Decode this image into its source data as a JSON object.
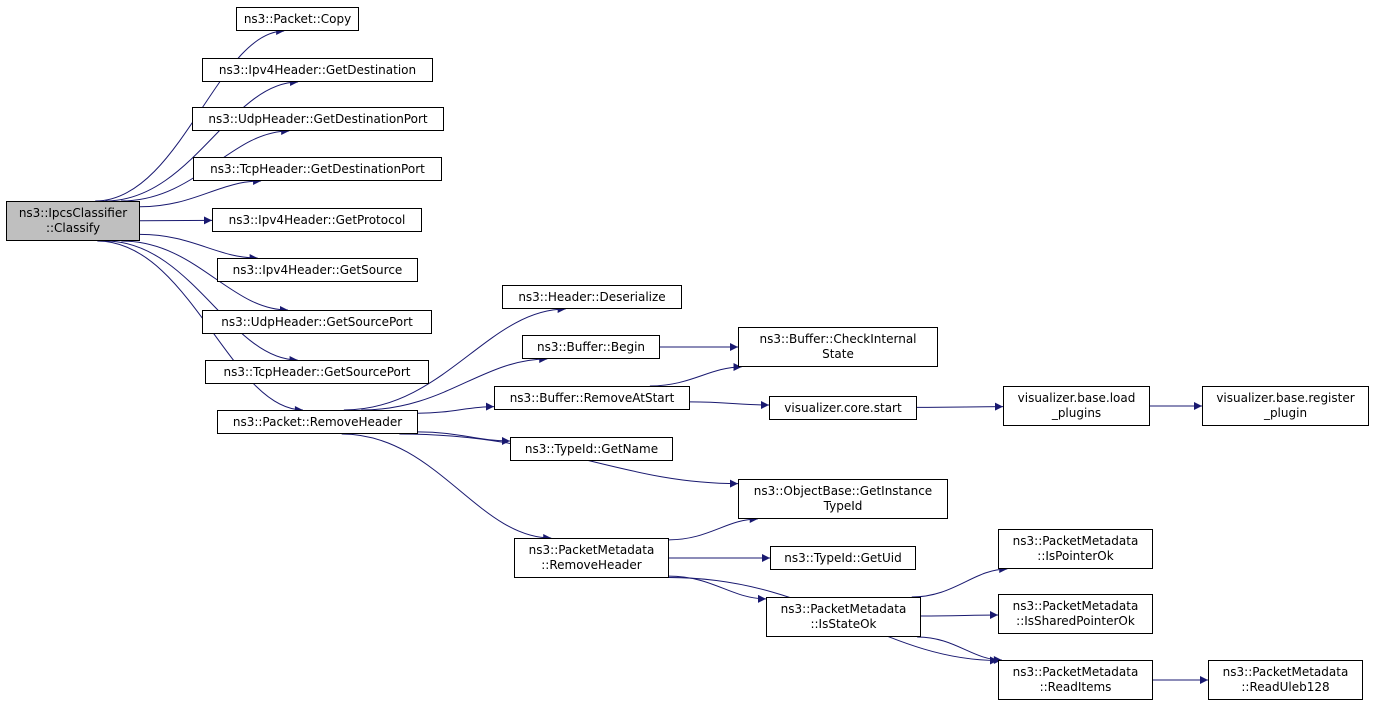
{
  "colors": {
    "edge": "#191970",
    "root_fill": "#bfbfbf",
    "node_fill": "#ffffff",
    "border": "#000000"
  },
  "nodes": {
    "classify": [
      "ns3::IpcsClassifier",
      "::Classify"
    ],
    "copy": [
      "ns3::Packet::Copy"
    ],
    "ipv4_getdest": [
      "ns3::Ipv4Header::GetDestination"
    ],
    "udp_getdestport": [
      "ns3::UdpHeader::GetDestinationPort"
    ],
    "tcp_getdestport": [
      "ns3::TcpHeader::GetDestinationPort"
    ],
    "ipv4_getproto": [
      "ns3::Ipv4Header::GetProtocol"
    ],
    "ipv4_getsrc": [
      "ns3::Ipv4Header::GetSource"
    ],
    "udp_getsrcport": [
      "ns3::UdpHeader::GetSourcePort"
    ],
    "tcp_getsrcport": [
      "ns3::TcpHeader::GetSourcePort"
    ],
    "packet_removeheader": [
      "ns3::Packet::RemoveHeader"
    ],
    "header_deserialize": [
      "ns3::Header::Deserialize"
    ],
    "buffer_begin": [
      "ns3::Buffer::Begin"
    ],
    "buffer_removeatstart": [
      "ns3::Buffer::RemoveAtStart"
    ],
    "typeid_getname": [
      "ns3::TypeId::GetName"
    ],
    "pm_removeheader": [
      "ns3::PacketMetadata",
      "::RemoveHeader"
    ],
    "buffer_checkinternal": [
      "ns3::Buffer::CheckInternal",
      "State"
    ],
    "vis_core_start": [
      "visualizer.core.start"
    ],
    "objectbase_getinstance": [
      "ns3::ObjectBase::GetInstance",
      "TypeId"
    ],
    "typeid_getuid": [
      "ns3::TypeId::GetUid"
    ],
    "pm_isstateok": [
      "ns3::PacketMetadata",
      "::IsStateOk"
    ],
    "vis_base_load": [
      "visualizer.base.load",
      "_plugins"
    ],
    "pm_ispointerok": [
      "ns3::PacketMetadata",
      "::IsPointerOk"
    ],
    "pm_issharedpointerok": [
      "ns3::PacketMetadata",
      "::IsSharedPointerOk"
    ],
    "pm_readitems": [
      "ns3::PacketMetadata",
      "::ReadItems"
    ],
    "vis_base_register": [
      "visualizer.base.register",
      "_plugin"
    ],
    "pm_readuleb128": [
      "ns3::PacketMetadata",
      "::ReadUleb128"
    ]
  },
  "edges": [
    [
      "classify",
      "copy"
    ],
    [
      "classify",
      "ipv4_getdest"
    ],
    [
      "classify",
      "udp_getdestport"
    ],
    [
      "classify",
      "tcp_getdestport"
    ],
    [
      "classify",
      "ipv4_getproto"
    ],
    [
      "classify",
      "ipv4_getsrc"
    ],
    [
      "classify",
      "udp_getsrcport"
    ],
    [
      "classify",
      "tcp_getsrcport"
    ],
    [
      "classify",
      "packet_removeheader"
    ],
    [
      "packet_removeheader",
      "header_deserialize"
    ],
    [
      "packet_removeheader",
      "buffer_begin"
    ],
    [
      "packet_removeheader",
      "buffer_removeatstart"
    ],
    [
      "packet_removeheader",
      "typeid_getname"
    ],
    [
      "packet_removeheader",
      "objectbase_getinstance"
    ],
    [
      "packet_removeheader",
      "pm_removeheader"
    ],
    [
      "buffer_begin",
      "buffer_checkinternal"
    ],
    [
      "buffer_removeatstart",
      "buffer_checkinternal"
    ],
    [
      "buffer_removeatstart",
      "vis_core_start"
    ],
    [
      "vis_core_start",
      "vis_base_load"
    ],
    [
      "vis_base_load",
      "vis_base_register"
    ],
    [
      "pm_removeheader",
      "objectbase_getinstance"
    ],
    [
      "pm_removeheader",
      "typeid_getuid"
    ],
    [
      "pm_removeheader",
      "pm_isstateok"
    ],
    [
      "pm_removeheader",
      "pm_readitems"
    ],
    [
      "pm_isstateok",
      "pm_ispointerok"
    ],
    [
      "pm_isstateok",
      "pm_issharedpointerok"
    ],
    [
      "pm_isstateok",
      "pm_readitems"
    ],
    [
      "pm_readitems",
      "pm_readuleb128"
    ]
  ]
}
